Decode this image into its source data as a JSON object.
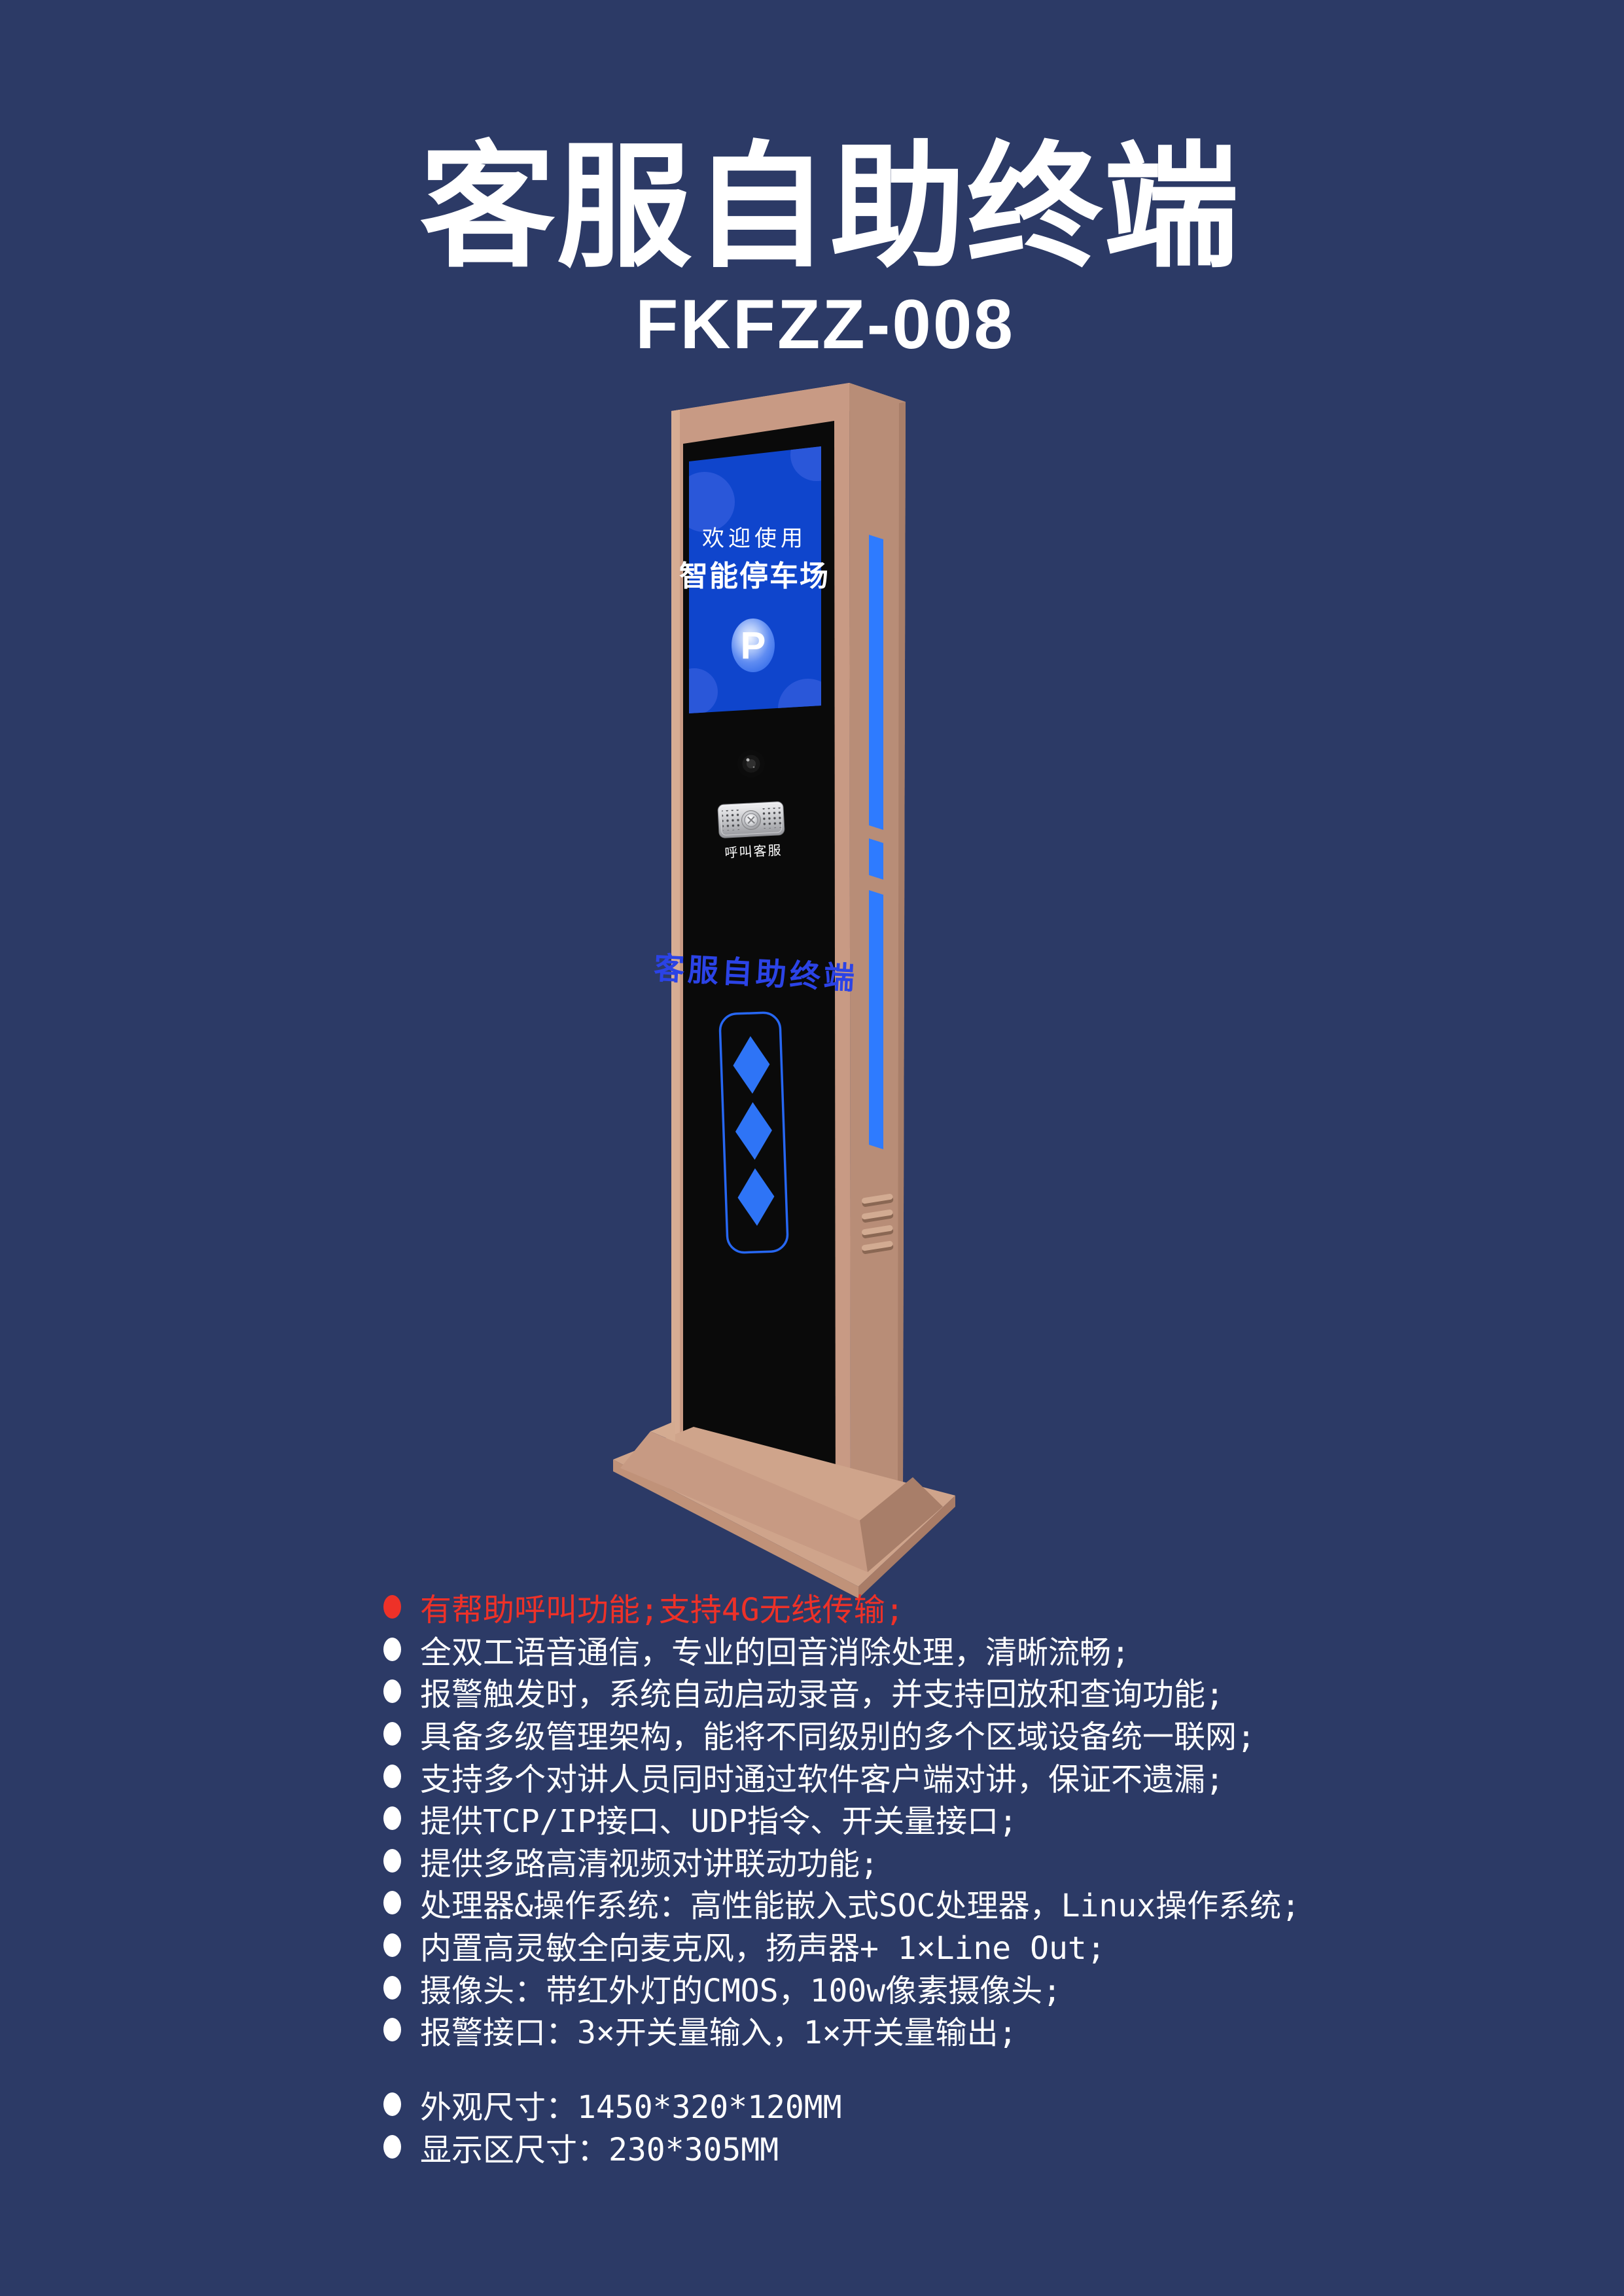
{
  "header": {
    "title": "客服自助终端",
    "model": "FKFZZ-008"
  },
  "device": {
    "screen": {
      "line1": "欢迎使用",
      "line2": "智能停车场",
      "badge": "P"
    },
    "call_label": "呼叫客服",
    "side_label": "客服自助终端"
  },
  "features": [
    {
      "text": "有帮助呼叫功能;支持4G无线传输;",
      "highlight": true
    },
    {
      "text": "全双工语音通信，专业的回音消除处理，清晰流畅;",
      "highlight": false
    },
    {
      "text": "报警触发时，系统自动启动录音，并支持回放和查询功能;",
      "highlight": false
    },
    {
      "text": "具备多级管理架构，能将不同级别的多个区域设备统一联网;",
      "highlight": false
    },
    {
      "text": "支持多个对讲人员同时通过软件客户端对讲，保证不遗漏;",
      "highlight": false
    },
    {
      "text": "提供TCP/IP接口、UDP指令、开关量接口;",
      "highlight": false
    },
    {
      "text": "提供多路高清视频对讲联动功能;",
      "highlight": false
    },
    {
      "text": "处理器&操作系统：高性能嵌入式SOC处理器，Linux操作系统;",
      "highlight": false
    },
    {
      "text": "内置高灵敏全向麦克风，扬声器+ 1×Line Out;",
      "highlight": false
    },
    {
      "text": "摄像头：带红外灯的CMOS，100w像素摄像头;",
      "highlight": false
    },
    {
      "text": "报警接口：3×开关量输入，1×开关量输出;",
      "highlight": false
    }
  ],
  "specs": [
    "外观尺寸：1450*320*120MM",
    "显示区尺寸：230*305MM"
  ],
  "colors": {
    "background": "#2c3a66",
    "accent_red": "#ee3128",
    "screen_blue": "#0f45cc",
    "led_blue": "#2e7bff",
    "diamond_blue": "#2e74f6",
    "label_blue": "#2b43e6",
    "cabinet_tan": "#c89a84",
    "panel_black": "#0a0a0a"
  }
}
